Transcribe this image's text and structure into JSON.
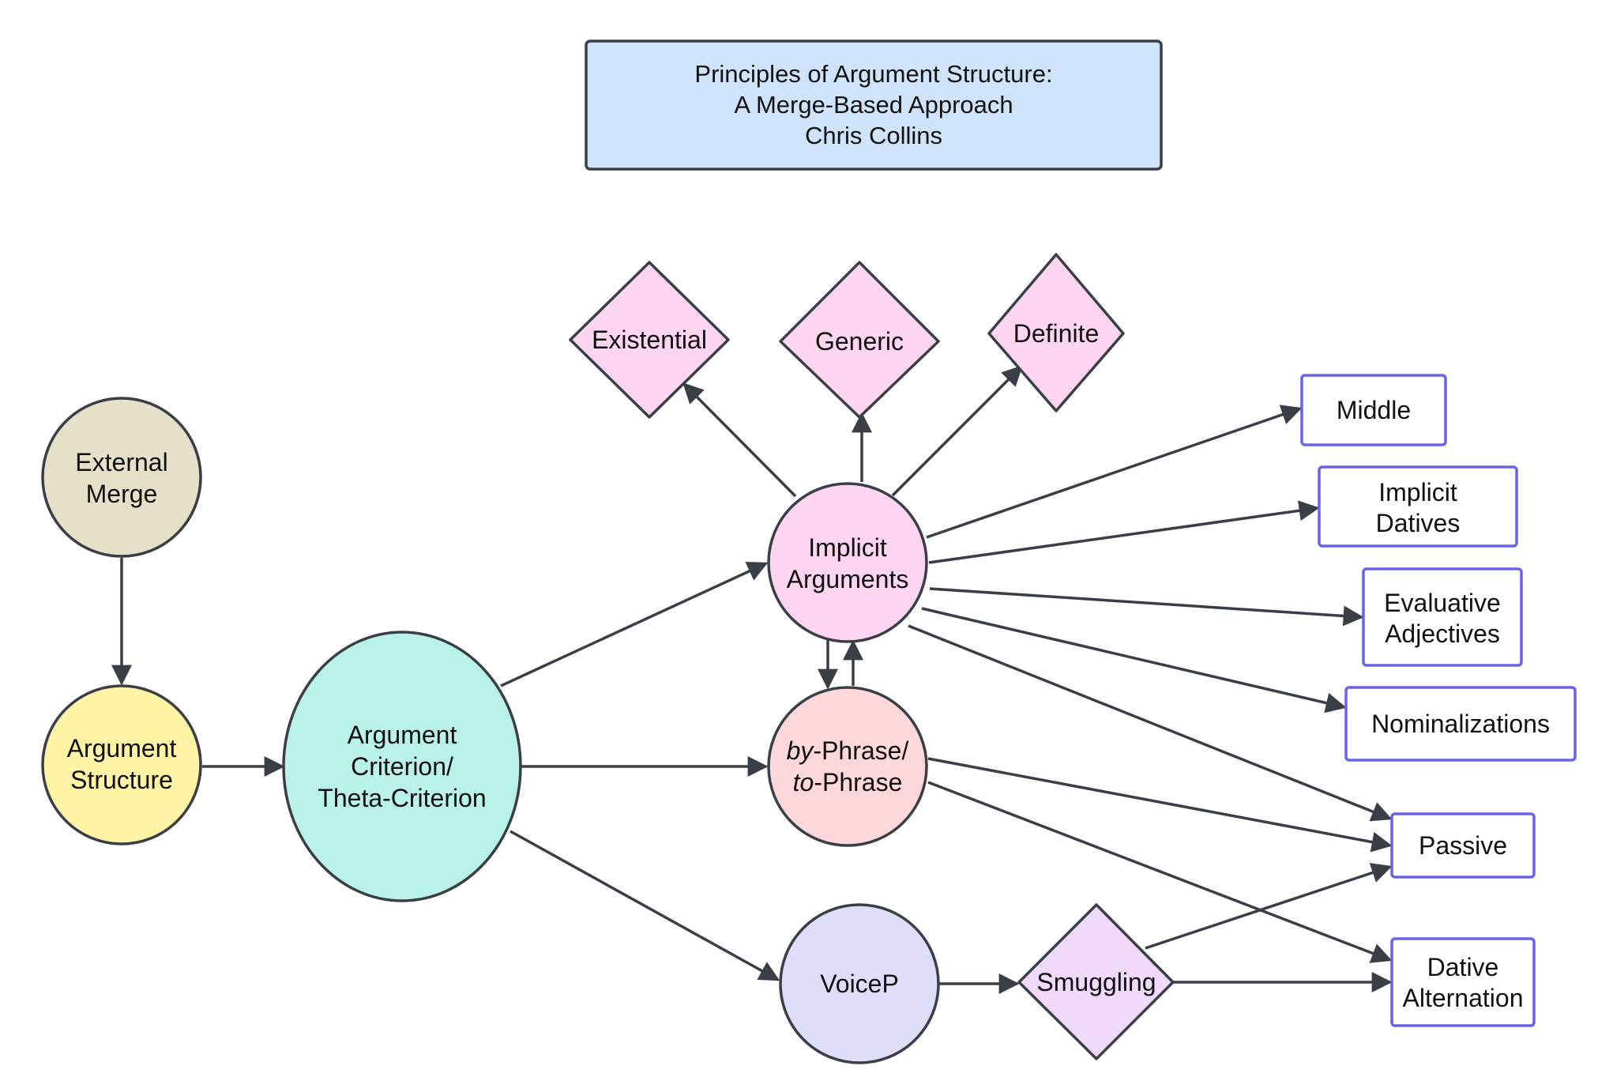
{
  "title": {
    "lines": [
      "Principles of Argument Structure:",
      "A Merge-Based Approach",
      "Chris Collins"
    ]
  },
  "nodes": {
    "external_merge": {
      "lines": [
        "External",
        "Merge"
      ],
      "color": "#e6e0c9"
    },
    "argument_structure": {
      "lines": [
        "Argument",
        "Structure"
      ],
      "color": "#fff3a6"
    },
    "argument_criterion": {
      "lines": [
        "Argument",
        "Criterion/",
        "Theta-Criterion"
      ],
      "color": "#b9f2e9"
    },
    "implicit_arguments": {
      "lines": [
        "Implicit",
        "Arguments"
      ],
      "color": "#fdd5f1"
    },
    "by_phrase": {
      "line1_italic": "by",
      "line1_rest": "-Phrase/",
      "line2_italic": "to",
      "line2_rest": "-Phrase",
      "color": "#fdd7d9"
    },
    "voicep": {
      "lines": [
        "VoiceP"
      ],
      "color": "#dedefa"
    },
    "existential": {
      "lines": [
        "Existential"
      ],
      "color": "#fdd5f1"
    },
    "generic": {
      "lines": [
        "Generic"
      ],
      "color": "#fdd5f1"
    },
    "definite": {
      "lines": [
        "Definite"
      ],
      "color": "#fdd5f1"
    },
    "smuggling": {
      "lines": [
        "Smuggling"
      ],
      "color": "#f1d9fb"
    },
    "middle": {
      "lines": [
        "Middle"
      ]
    },
    "implicit_datives": {
      "lines": [
        "Implicit",
        "Datives"
      ]
    },
    "evaluative_adjectives": {
      "lines": [
        "Evaluative",
        "Adjectives"
      ]
    },
    "nominalizations": {
      "lines": [
        "Nominalizations"
      ]
    },
    "passive": {
      "lines": [
        "Passive"
      ]
    },
    "dative_alternation": {
      "lines": [
        "Dative",
        "Alternation"
      ]
    }
  },
  "colors": {
    "title_fill": "#cfe3fb",
    "edge": "#3a3f47",
    "box_border": "#6b62e8"
  }
}
